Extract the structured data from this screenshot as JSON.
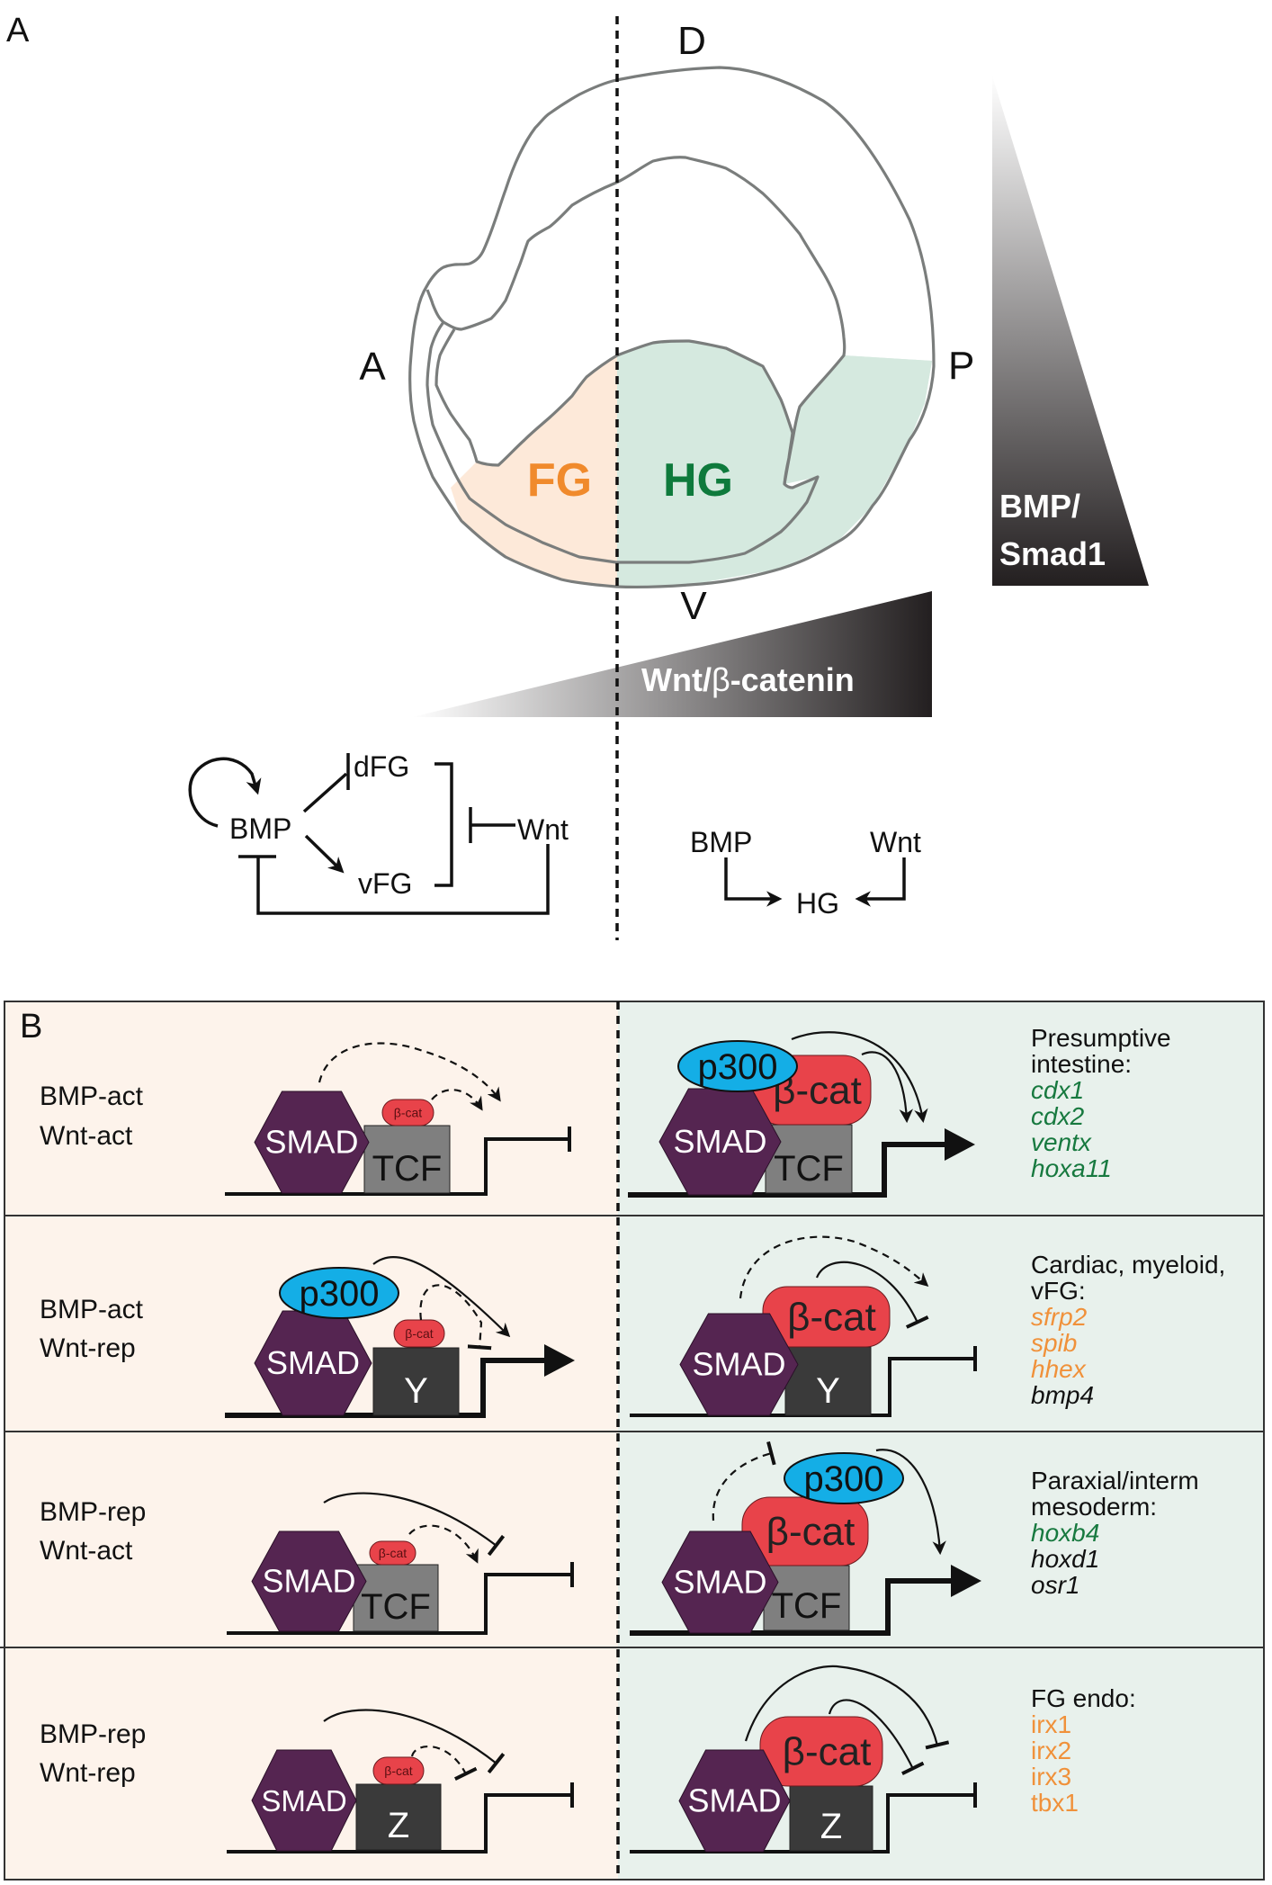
{
  "panel_a": {
    "label": "A",
    "axes": {
      "dorsal": "D",
      "anterior": "A",
      "posterior": "P",
      "ventral": "V"
    },
    "regions": {
      "foregut": "FG",
      "hindgut": "HG"
    },
    "gradients": {
      "bmp_line1": "BMP/",
      "bmp_line2": "Smad1",
      "wnt_prefix": "Wnt/",
      "wnt_beta": "β",
      "wnt_suffix": "-catenin"
    },
    "left_network": {
      "bmp": "BMP",
      "dfg": "dFG",
      "vfg": "vFG",
      "wnt": "Wnt"
    },
    "right_network": {
      "bmp": "BMP",
      "wnt": "Wnt",
      "hg": "HG"
    }
  },
  "panel_b": {
    "label": "B",
    "proteins": {
      "smad": "SMAD",
      "tcf": "TCF",
      "beta_cat": "β-cat",
      "p300": "p300",
      "y": "Y",
      "z": "Z"
    },
    "rows": [
      {
        "label1": "BMP-act",
        "label2": "Wnt-act",
        "heading": [
          "Presumptive",
          "intestine:"
        ],
        "genes": [
          {
            "name": "cdx1",
            "color": "green"
          },
          {
            "name": "cdx2",
            "color": "green"
          },
          {
            "name": "ventx",
            "color": "green"
          },
          {
            "name": "hoxa11",
            "color": "green"
          }
        ]
      },
      {
        "label1": "BMP-act",
        "label2": "Wnt-rep",
        "heading": [
          "Cardiac, myeloid,",
          "vFG:"
        ],
        "genes": [
          {
            "name": "sfrp2",
            "color": "orange"
          },
          {
            "name": "spib",
            "color": "orange"
          },
          {
            "name": "hhex",
            "color": "orange"
          },
          {
            "name": "bmp4",
            "color": "black"
          }
        ]
      },
      {
        "label1": "BMP-rep",
        "label2": "Wnt-act",
        "heading": [
          "Paraxial/interm",
          "mesoderm:"
        ],
        "genes": [
          {
            "name": "hoxb4",
            "color": "green"
          },
          {
            "name": "hoxd1",
            "color": "black"
          },
          {
            "name": "osr1",
            "color": "black"
          }
        ]
      },
      {
        "label1": "BMP-rep",
        "label2": "Wnt-rep",
        "heading": [
          "FG endo:"
        ],
        "genes": [
          {
            "name": "irx1",
            "color": "orange"
          },
          {
            "name": "irx2",
            "color": "orange"
          },
          {
            "name": "irx3",
            "color": "orange"
          },
          {
            "name": "tbx1",
            "color": "orange"
          }
        ]
      }
    ]
  },
  "colors": {
    "foregut_fill": "#fde9d9",
    "hindgut_fill": "#d5e9df",
    "foregut_text": "#f08a2c",
    "hindgut_text": "#0e7a3c",
    "panel_b_left_bg": "#fdf3eb",
    "panel_b_right_bg": "#e8f1ec",
    "smad": "#552551",
    "beta_cat": "#e8434a",
    "p300": "#14aee6",
    "tcf": "#7f7f7f",
    "y_z_box": "#3a3a3a",
    "gene_green": "#17793f",
    "gene_orange": "#f0913a",
    "gene_black": "#111111",
    "gradient_dark": "#231f20"
  }
}
